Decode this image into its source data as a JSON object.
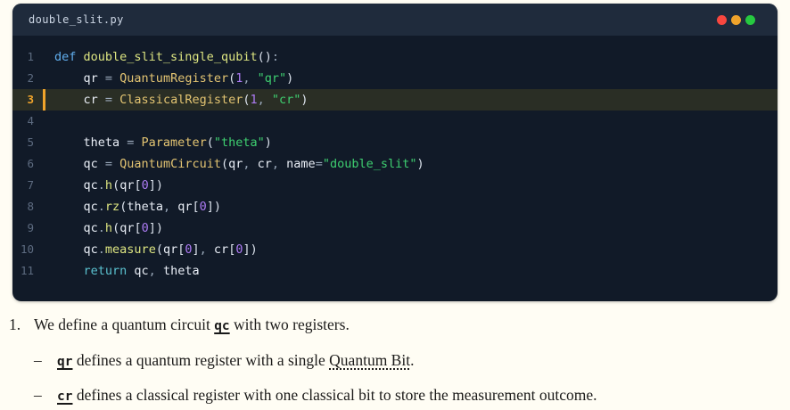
{
  "window": {
    "filename": "double_slit.py",
    "controls": [
      {
        "id": "close",
        "color": "#f8473f"
      },
      {
        "id": "minimize",
        "color": "#efa32b"
      },
      {
        "id": "maximize",
        "color": "#26c940"
      }
    ]
  },
  "editor": {
    "active_line": 3,
    "accent_color": "#f0a42b",
    "background_color": "#111a28",
    "titlebar_color": "#1f2b3c",
    "active_line_color": "#2a2e25",
    "token_colors": {
      "kw": "#61afef",
      "kw2": "#5bc2d0",
      "fn": "#dde581",
      "cls": "#e3c472",
      "str": "#3ecf70",
      "num": "#ad7bf4",
      "pun": "#dbe2ec",
      "op": "#9aa8ba",
      "var": "#e9eef6"
    },
    "lines": [
      {
        "n": 1,
        "tokens": [
          {
            "c": "kw",
            "t": "def "
          },
          {
            "c": "fn",
            "t": "double_slit_single_qubit"
          },
          {
            "c": "pun",
            "t": "()"
          },
          {
            "c": "op",
            "t": ":"
          }
        ]
      },
      {
        "n": 2,
        "tokens": [
          {
            "c": "var",
            "t": "    qr "
          },
          {
            "c": "op",
            "t": "= "
          },
          {
            "c": "cls",
            "t": "QuantumRegister"
          },
          {
            "c": "pun",
            "t": "("
          },
          {
            "c": "num",
            "t": "1"
          },
          {
            "c": "op",
            "t": ", "
          },
          {
            "c": "str",
            "t": "\"qr\""
          },
          {
            "c": "pun",
            "t": ")"
          }
        ]
      },
      {
        "n": 3,
        "active": true,
        "tokens": [
          {
            "c": "var",
            "t": "    cr "
          },
          {
            "c": "op",
            "t": "= "
          },
          {
            "c": "cls",
            "t": "ClassicalRegister"
          },
          {
            "c": "pun",
            "t": "("
          },
          {
            "c": "num",
            "t": "1"
          },
          {
            "c": "op",
            "t": ", "
          },
          {
            "c": "str",
            "t": "\"cr\""
          },
          {
            "c": "pun",
            "t": ")"
          }
        ]
      },
      {
        "n": 4,
        "tokens": []
      },
      {
        "n": 5,
        "tokens": [
          {
            "c": "var",
            "t": "    theta "
          },
          {
            "c": "op",
            "t": "= "
          },
          {
            "c": "cls",
            "t": "Parameter"
          },
          {
            "c": "pun",
            "t": "("
          },
          {
            "c": "str",
            "t": "\"theta\""
          },
          {
            "c": "pun",
            "t": ")"
          }
        ]
      },
      {
        "n": 6,
        "tokens": [
          {
            "c": "var",
            "t": "    qc "
          },
          {
            "c": "op",
            "t": "= "
          },
          {
            "c": "cls",
            "t": "QuantumCircuit"
          },
          {
            "c": "pun",
            "t": "("
          },
          {
            "c": "var",
            "t": "qr"
          },
          {
            "c": "op",
            "t": ", "
          },
          {
            "c": "var",
            "t": "cr"
          },
          {
            "c": "op",
            "t": ", "
          },
          {
            "c": "var",
            "t": "name"
          },
          {
            "c": "op",
            "t": "="
          },
          {
            "c": "str",
            "t": "\"double_slit\""
          },
          {
            "c": "pun",
            "t": ")"
          }
        ]
      },
      {
        "n": 7,
        "tokens": [
          {
            "c": "var",
            "t": "    qc"
          },
          {
            "c": "op",
            "t": "."
          },
          {
            "c": "fn",
            "t": "h"
          },
          {
            "c": "pun",
            "t": "("
          },
          {
            "c": "var",
            "t": "qr"
          },
          {
            "c": "pun",
            "t": "["
          },
          {
            "c": "num",
            "t": "0"
          },
          {
            "c": "pun",
            "t": "])"
          }
        ]
      },
      {
        "n": 8,
        "tokens": [
          {
            "c": "var",
            "t": "    qc"
          },
          {
            "c": "op",
            "t": "."
          },
          {
            "c": "fn",
            "t": "rz"
          },
          {
            "c": "pun",
            "t": "("
          },
          {
            "c": "var",
            "t": "theta"
          },
          {
            "c": "op",
            "t": ", "
          },
          {
            "c": "var",
            "t": "qr"
          },
          {
            "c": "pun",
            "t": "["
          },
          {
            "c": "num",
            "t": "0"
          },
          {
            "c": "pun",
            "t": "])"
          }
        ]
      },
      {
        "n": 9,
        "tokens": [
          {
            "c": "var",
            "t": "    qc"
          },
          {
            "c": "op",
            "t": "."
          },
          {
            "c": "fn",
            "t": "h"
          },
          {
            "c": "pun",
            "t": "("
          },
          {
            "c": "var",
            "t": "qr"
          },
          {
            "c": "pun",
            "t": "["
          },
          {
            "c": "num",
            "t": "0"
          },
          {
            "c": "pun",
            "t": "])"
          }
        ]
      },
      {
        "n": 10,
        "tokens": [
          {
            "c": "var",
            "t": "    qc"
          },
          {
            "c": "op",
            "t": "."
          },
          {
            "c": "fn",
            "t": "measure"
          },
          {
            "c": "pun",
            "t": "("
          },
          {
            "c": "var",
            "t": "qr"
          },
          {
            "c": "pun",
            "t": "["
          },
          {
            "c": "num",
            "t": "0"
          },
          {
            "c": "pun",
            "t": "]"
          },
          {
            "c": "op",
            "t": ", "
          },
          {
            "c": "var",
            "t": "cr"
          },
          {
            "c": "pun",
            "t": "["
          },
          {
            "c": "num",
            "t": "0"
          },
          {
            "c": "pun",
            "t": "])"
          }
        ]
      },
      {
        "n": 11,
        "tokens": [
          {
            "c": "kw2",
            "t": "    return "
          },
          {
            "c": "var",
            "t": "qc"
          },
          {
            "c": "op",
            "t": ", "
          },
          {
            "c": "var",
            "t": "theta"
          }
        ]
      }
    ]
  },
  "notes": {
    "item_number": "1.",
    "item_parts": [
      {
        "t": "We define a quantum circuit "
      },
      {
        "t": "qc",
        "style": "code"
      },
      {
        "t": " with two registers."
      }
    ],
    "bullet_char": "–",
    "sub_items": [
      {
        "parts": [
          {
            "t": "qr",
            "style": "code"
          },
          {
            "t": " defines a quantum register with a single "
          },
          {
            "t": "Quantum Bit",
            "style": "dotted"
          },
          {
            "t": "."
          }
        ]
      },
      {
        "parts": [
          {
            "t": "cr",
            "style": "code"
          },
          {
            "t": " defines a classical register with one classical bit to store the measurement outcome."
          }
        ]
      }
    ]
  },
  "page": {
    "background_color": "#fffdf4",
    "text_color": "#1c1b1a"
  }
}
